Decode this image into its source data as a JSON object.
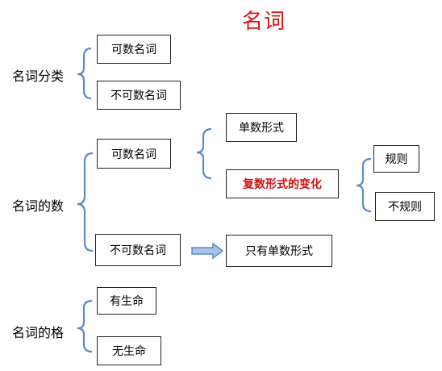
{
  "title": "名词",
  "sections": {
    "classification": {
      "label": "名词分类",
      "items": [
        "可数名词",
        "不可数名词"
      ]
    },
    "number": {
      "label": "名词的数",
      "countable": "可数名词",
      "countable_forms": [
        "单数形式",
        "复数形式的变化"
      ],
      "plural_change_types": [
        "规则",
        "不规则"
      ],
      "uncountable": "不可数名词",
      "uncountable_form": "只有单数形式"
    },
    "case": {
      "label": "名词的格",
      "items": [
        "有生命",
        "无生命"
      ]
    }
  },
  "colors": {
    "title": "#e01010",
    "bracket": "#5b8cc8",
    "arrow_fill": "#a9c3e6",
    "arrow_stroke": "#5b8cc8",
    "highlight_text": "#d21010"
  }
}
